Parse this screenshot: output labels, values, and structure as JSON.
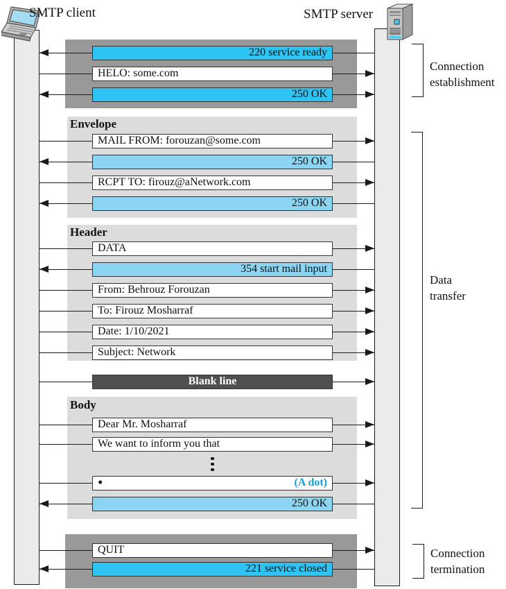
{
  "client": {
    "label": "SMTP client",
    "icon": "laptop-icon"
  },
  "server": {
    "label": "SMTP server",
    "icon": "server-tower-icon"
  },
  "colors": {
    "response_cyan": "#2dc3f2",
    "response_sky_blue": "#8bd5f2",
    "panel_dark_gray": "#999999",
    "panel_light_gray": "#dcdcdc",
    "blank_line_dark": "#4f4f4f",
    "dot_note_blue": "#149fd9",
    "timeline_bar": "#ebebeb"
  },
  "sections": {
    "connection_establishment": {
      "rows": [
        {
          "text": "220 service ready",
          "direction": "server-to-client"
        },
        {
          "text": "HELO: some.com",
          "direction": "client-to-server"
        },
        {
          "text": "250 OK",
          "direction": "both-arrows"
        }
      ]
    },
    "envelope": {
      "heading": "Envelope",
      "rows": [
        {
          "text": "MAIL FROM: forouzan@some.com",
          "direction": "client-to-server"
        },
        {
          "text": "250 OK",
          "direction": "server-to-client"
        },
        {
          "text": "RCPT TO: firouz@aNetwork.com",
          "direction": "client-to-server"
        },
        {
          "text": "250 OK",
          "direction": "server-to-client"
        }
      ]
    },
    "header": {
      "heading": "Header",
      "rows": [
        {
          "text": "DATA",
          "direction": "client-to-server"
        },
        {
          "text": "354 start mail input",
          "direction": "server-to-client"
        },
        {
          "text": "From: Behrouz Forouzan",
          "direction": "client-to-server"
        },
        {
          "text": "To: Firouz Mosharraf",
          "direction": "client-to-server"
        },
        {
          "text": "Date: 1/10/2021",
          "direction": "client-to-server"
        },
        {
          "text": "Subject: Network",
          "direction": "client-to-server"
        }
      ]
    },
    "blank_line": {
      "text": "Blank line",
      "direction": "client-to-server"
    },
    "body": {
      "heading": "Body",
      "rows": [
        {
          "text": "Dear Mr. Mosharraf",
          "direction": "client-to-server"
        },
        {
          "text": "We want to inform you that",
          "direction": "client-to-server"
        },
        {
          "text": "•",
          "text2": "(A dot)",
          "direction": "client-to-server"
        },
        {
          "text": "250 OK",
          "direction": "server-to-client"
        }
      ]
    },
    "connection_termination": {
      "rows": [
        {
          "text": "QUIT",
          "direction": "client-to-server"
        },
        {
          "text": "221 service closed",
          "direction": "server-to-client"
        }
      ]
    }
  },
  "brackets": {
    "establishment": {
      "line1": "Connection",
      "line2": "establishment"
    },
    "data_transfer": {
      "line1": "Data",
      "line2": "transfer"
    },
    "termination": {
      "line1": "Connection",
      "line2": "termination"
    }
  }
}
